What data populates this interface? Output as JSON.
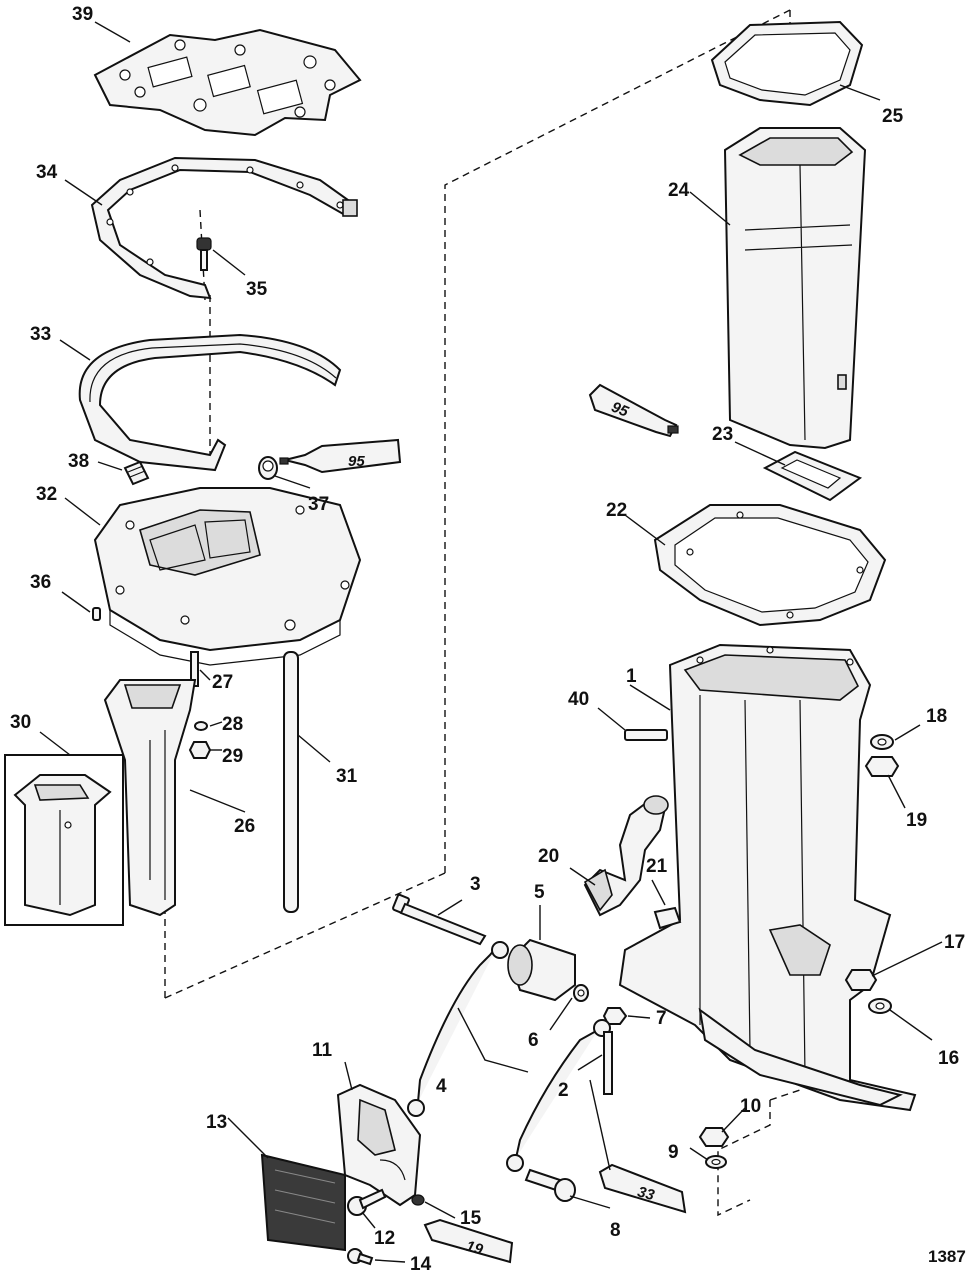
{
  "figure_number": "1387",
  "callouts": [
    "1",
    "2",
    "3",
    "4",
    "5",
    "6",
    "7",
    "8",
    "9",
    "10",
    "11",
    "12",
    "13",
    "14",
    "15",
    "16",
    "17",
    "18",
    "19",
    "20",
    "21",
    "22",
    "23",
    "24",
    "25",
    "26",
    "27",
    "28",
    "29",
    "30",
    "31",
    "32",
    "33",
    "34",
    "35",
    "36",
    "37",
    "38",
    "39",
    "40"
  ],
  "tube_labels": {
    "tube_95_upper": "95",
    "tube_95_lower": "95",
    "tube_33": "33",
    "tube_19": "19"
  }
}
